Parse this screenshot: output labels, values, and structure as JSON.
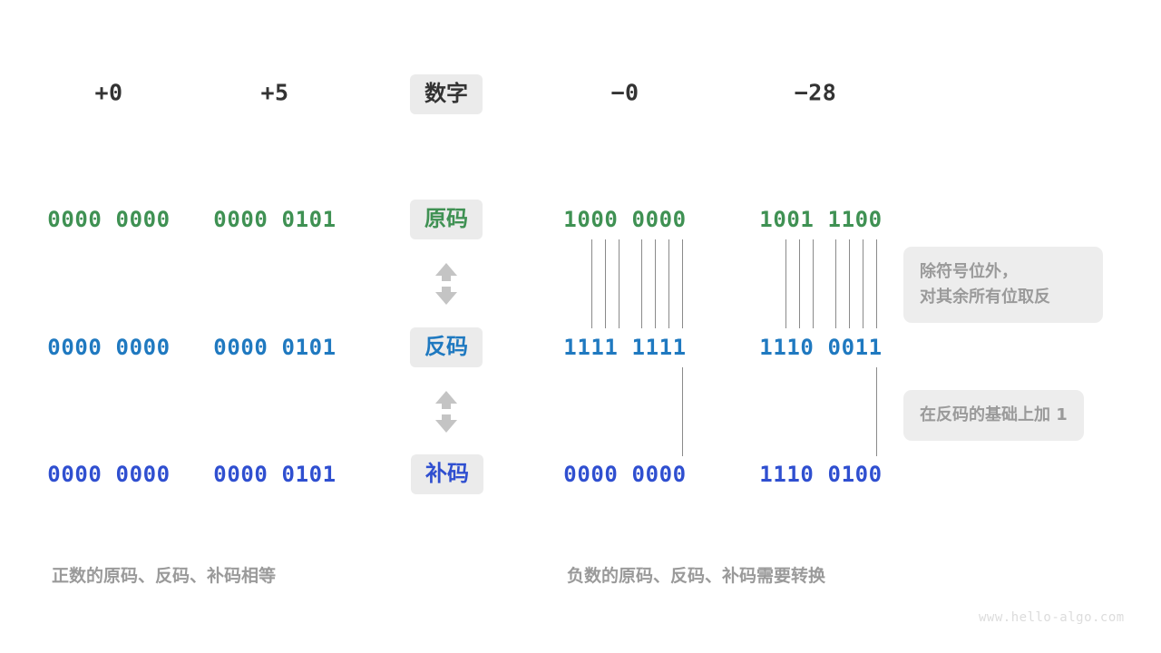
{
  "watermark": "www.hello-algo.com",
  "colors": {
    "green": "#3f9153",
    "blue": "#1f79c0",
    "indigo": "#2f4fd0",
    "pill_bg": "#ebebeb",
    "note_bg": "#ededed",
    "note_text": "#9a9a9a",
    "header_text": "#333333",
    "line": "#8a8a8a",
    "arrow": "#c4c4c4",
    "watermark": "#dcdcdc"
  },
  "header": {
    "label": "数字",
    "columns": [
      "+0",
      "+5",
      "−0",
      "−28"
    ]
  },
  "rows": [
    {
      "key": "true_form",
      "label": "原码",
      "color_name": "green",
      "values": [
        "0000 0000",
        "0000 0101",
        "1000 0000",
        "1001 1100"
      ]
    },
    {
      "key": "ones_complement",
      "label": "反码",
      "color_name": "blue",
      "values": [
        "0000 0000",
        "0000 0101",
        "1111 1111",
        "1110 0011"
      ]
    },
    {
      "key": "twos_complement",
      "label": "补码",
      "color_name": "indigo",
      "values": [
        "0000 0000",
        "0000 0101",
        "0000 0000",
        "1110 0100"
      ]
    }
  ],
  "notes": [
    {
      "key": "invert-note",
      "text": "除符号位外，\n对其余所有位取反"
    },
    {
      "key": "add-one-note",
      "text": "在反码的基础上加  1"
    }
  ],
  "captions": [
    {
      "key": "positive-caption",
      "text": "正数的原码、反码、补码相等"
    },
    {
      "key": "negative-caption",
      "text": "负数的原码、反码、补码需要转换"
    }
  ],
  "arrows": [
    {
      "key": "arrow-true-to-ones",
      "direction": "both"
    },
    {
      "key": "arrow-ones-to-twos",
      "direction": "both"
    }
  ]
}
